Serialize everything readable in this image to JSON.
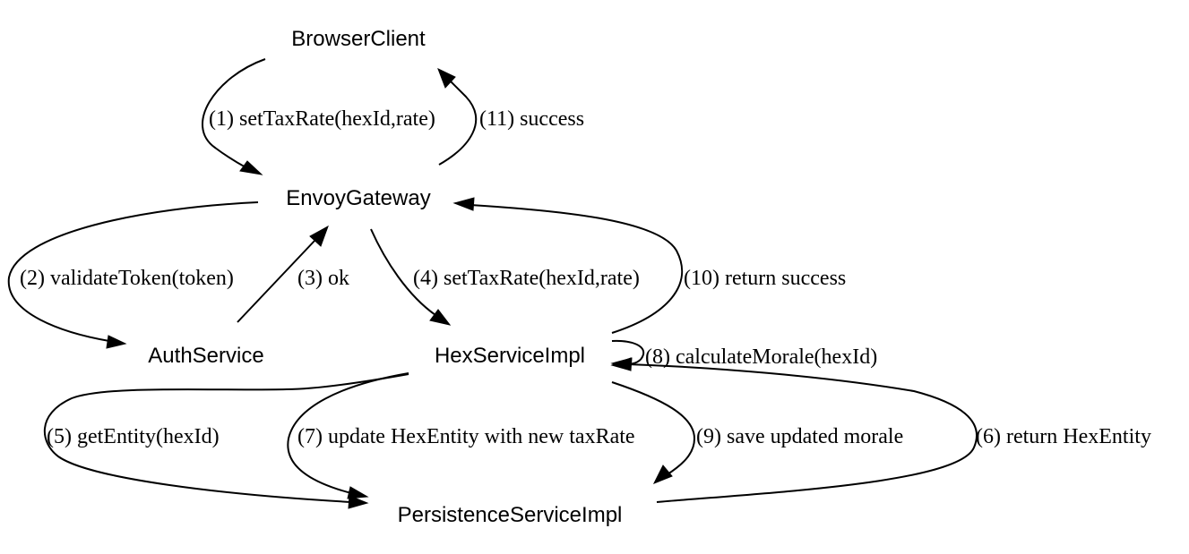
{
  "nodes": {
    "browser_client": "BrowserClient",
    "envoy_gateway": "EnvoyGateway",
    "auth_service": "AuthService",
    "hex_service_impl": "HexServiceImpl",
    "persistence_service_impl": "PersistenceServiceImpl"
  },
  "edges": {
    "e1": "(1) setTaxRate(hexId,rate)",
    "e11": "(11) success",
    "e2": "(2) validateToken(token)",
    "e3": "(3) ok",
    "e4": "(4) setTaxRate(hexId,rate)",
    "e10": "(10) return success",
    "e8": "(8) calculateMorale(hexId)",
    "e5": "(5) getEntity(hexId)",
    "e7": "(7) update HexEntity with new taxRate",
    "e9": "(9) save updated morale",
    "e6": "(6) return HexEntity"
  }
}
